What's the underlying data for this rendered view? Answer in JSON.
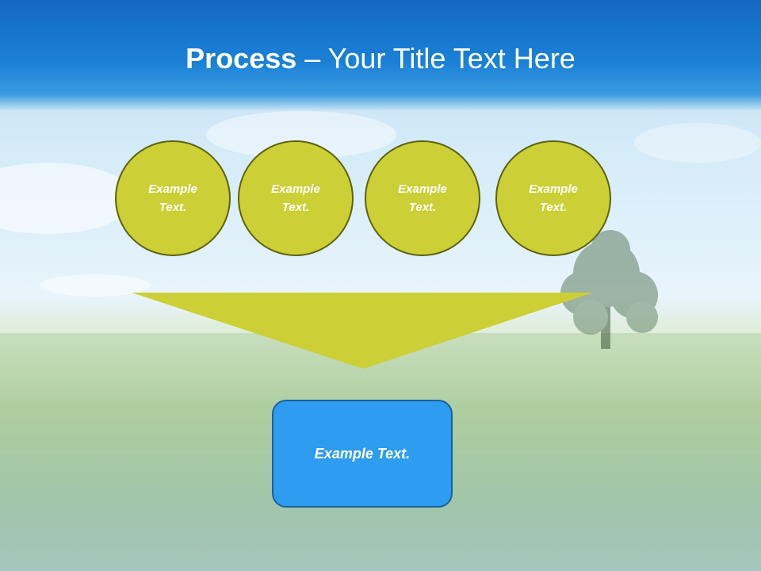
{
  "title": {
    "bold": "Process",
    "rest": " – Your Title Text Here"
  },
  "steps": [
    {
      "label": "Example Text."
    },
    {
      "label": "Example Text."
    },
    {
      "label": "Example Text."
    },
    {
      "label": "Example Text."
    }
  ],
  "result": {
    "label": "Example Text."
  },
  "colors": {
    "header": "#1a80d6",
    "circle_fill": "#cccf36",
    "circle_border": "#5d6212",
    "funnel": "#cccf36",
    "result_fill": "#2e9cf0",
    "result_border": "#1c5f9e"
  }
}
